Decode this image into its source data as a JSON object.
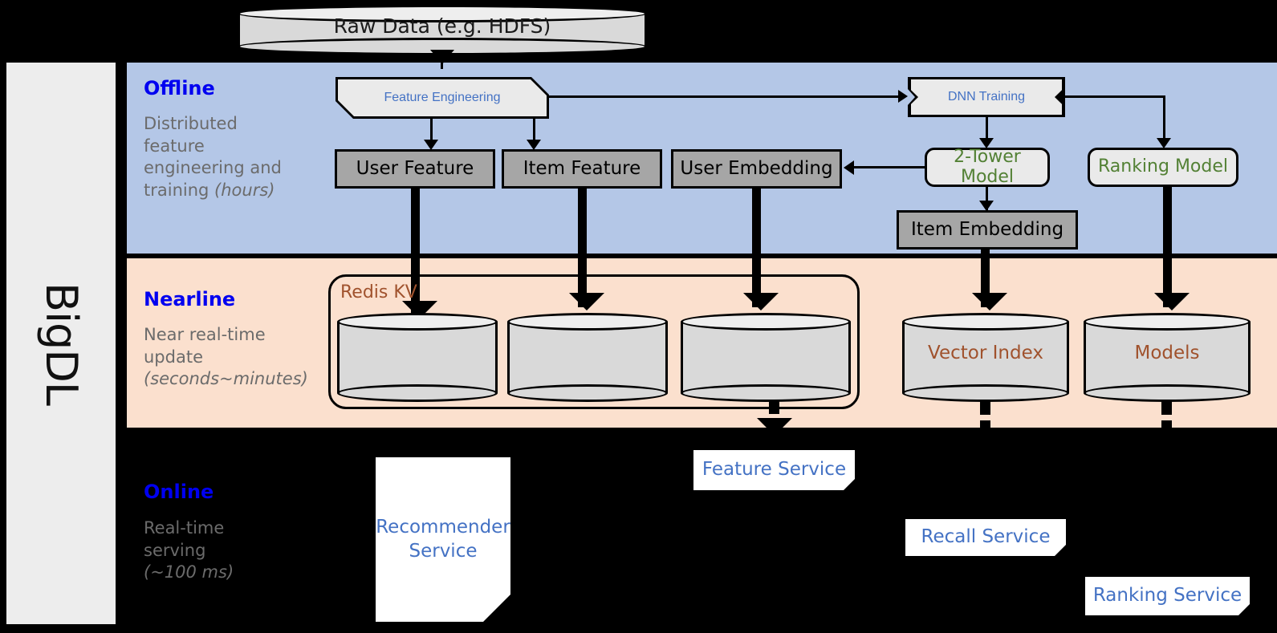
{
  "framework": {
    "name": "BigDL"
  },
  "top_source": {
    "label": "Raw Data (e.g. HDFS)"
  },
  "bands": {
    "offline": {
      "title": "Offline",
      "subtitle_line1": "Distributed",
      "subtitle_line2": "feature",
      "subtitle_line3": "engineering and",
      "subtitle_line4": "training ",
      "subtitle_emphasis": "(hours)"
    },
    "nearline": {
      "title": "Nearline",
      "subtitle_line1": "Near real-time",
      "subtitle_line2": "update",
      "subtitle_emphasis": "(seconds~minutes)"
    },
    "online": {
      "title": "Online",
      "subtitle_line1": "Real-time",
      "subtitle_line2": "serving",
      "subtitle_emphasis": "(~100 ms)"
    }
  },
  "offline_nodes": {
    "feature_engineering": "Feature Engineering",
    "dnn_training": "DNN Training",
    "user_feature": "User Feature",
    "item_feature": "Item Feature",
    "user_embedding": "User Embedding",
    "two_tower_model": "2-Tower Model",
    "ranking_model": "Ranking Model",
    "item_embedding": "Item Embedding"
  },
  "nearline_nodes": {
    "redis_kv": "Redis KV",
    "store_1": "",
    "store_2": "",
    "store_3": "",
    "vector_index": "Vector Index",
    "models": "Models"
  },
  "online_nodes": {
    "recommender_service_line1": "Recommender",
    "recommender_service_line2": "Service",
    "feature_service": "Feature Service",
    "recall_service": "Recall Service",
    "ranking_service": "Ranking Service"
  },
  "colors": {
    "offline_band": "#b4c7e7",
    "nearline_band": "#fbe0ce",
    "online_band": "#000000",
    "band_title": "#0000f0",
    "band_subtitle": "#6b6b6b",
    "blue_text": "#4472c4",
    "green_text": "#538135",
    "brown_text": "#a0522d",
    "gray_box": "#a6a6a6",
    "proc_box": "#eaeaea",
    "rail": "#ededed"
  }
}
